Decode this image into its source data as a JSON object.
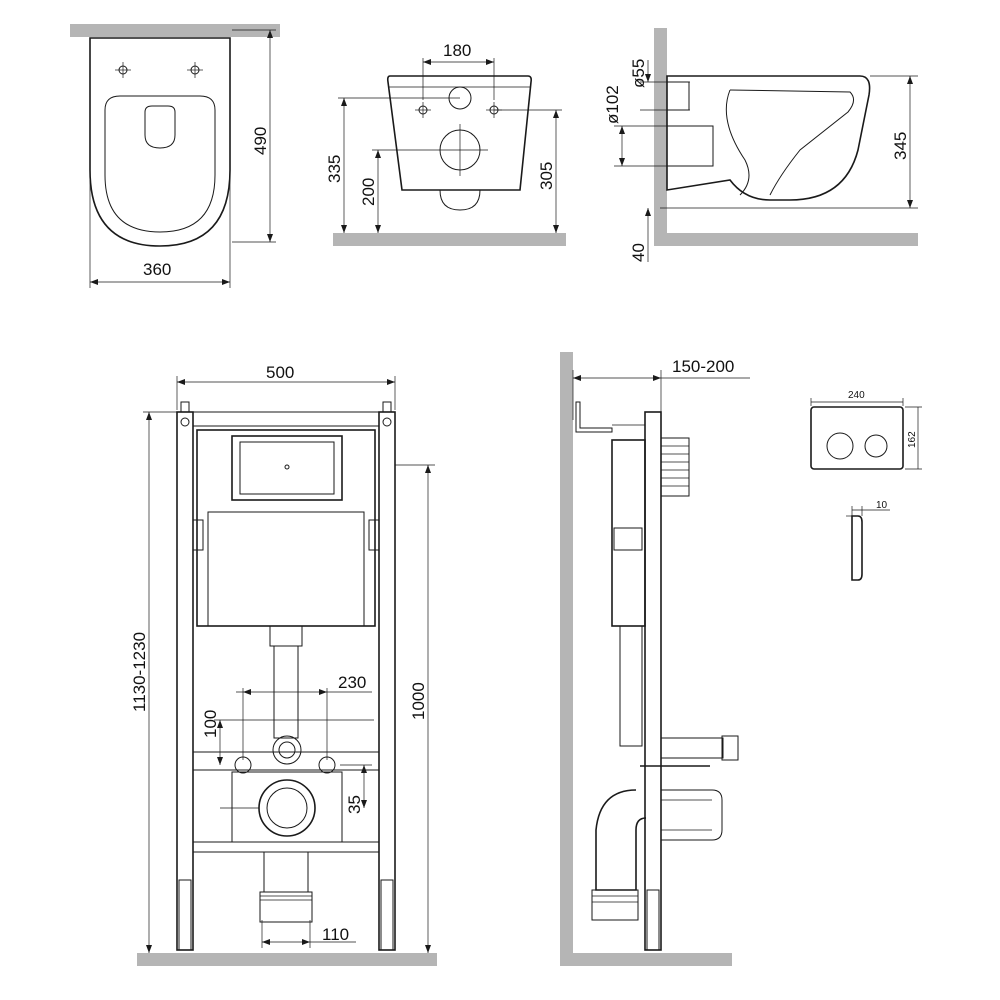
{
  "dimensions": {
    "top_width": "360",
    "top_depth": "490",
    "front_hole_spacing": "180",
    "front_height_335": "335",
    "front_height_200": "200",
    "front_height_305": "305",
    "side_d55": "ø55",
    "side_d102": "ø102",
    "side_height_345": "345",
    "side_floor_40": "40",
    "frame_width": "500",
    "frame_height_range": "1130-1230",
    "frame_height_1000": "1000",
    "bolt_spacing": "230",
    "outlet_height_100": "100",
    "outlet_offset_35": "35",
    "drain_110": "110",
    "wall_depth": "150-200",
    "plate_width": "240",
    "plate_height": "162",
    "plate_depth": "10"
  },
  "colors": {
    "wall": "#b5b5b5",
    "line": "#1a1a1a"
  }
}
